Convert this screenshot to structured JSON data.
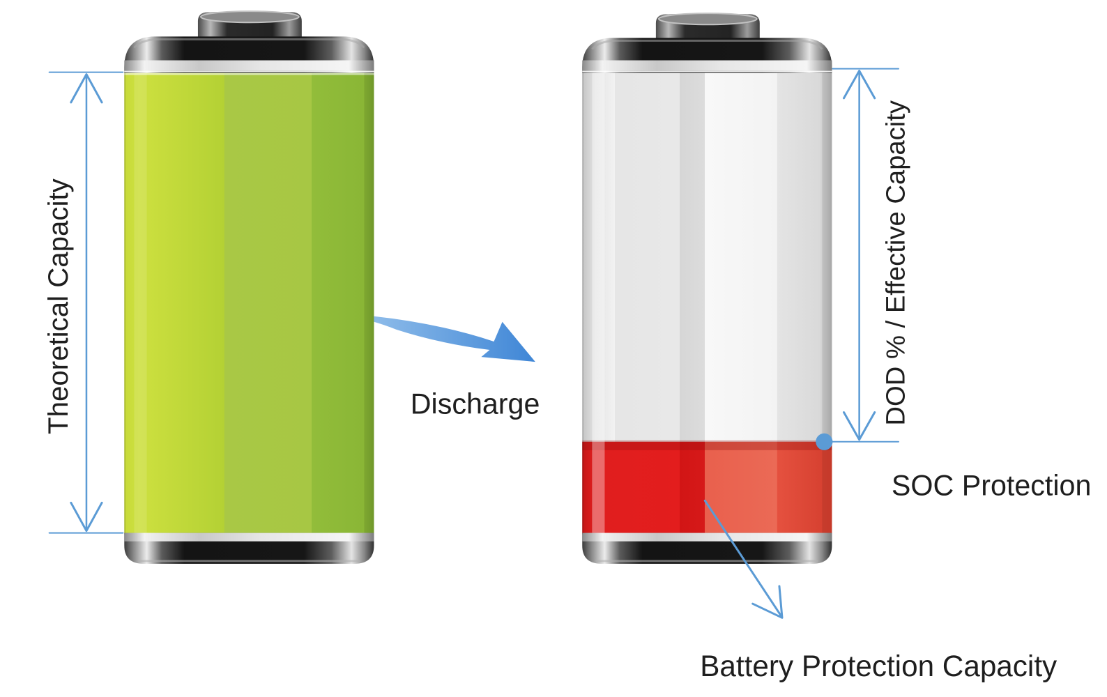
{
  "labels": {
    "theoretical_capacity": "Theoretical Capacity",
    "discharge": "Discharge",
    "dod_effective_capacity": "DOD % / Effective Capacity",
    "soc_protection": "SOC Protection",
    "battery_protection_capacity": "Battery Protection Capacity"
  },
  "batteries": {
    "full": {
      "fill_fraction": 1.0
    },
    "discharged": {
      "fill_fraction": 0.2
    }
  },
  "colors": {
    "charge": "#b2cf3c",
    "protection": "#e0231f",
    "annotation": "#5b9bd5",
    "text": "#1e1e1e"
  }
}
